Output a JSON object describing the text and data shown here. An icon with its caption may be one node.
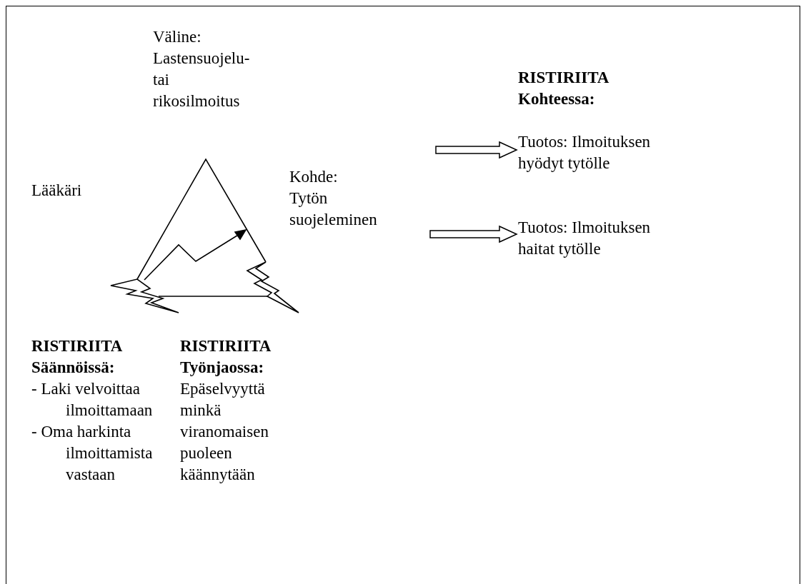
{
  "diagram": {
    "nodes": [
      {
        "text": [
          "Väline: Lastensuojelu- tai rikosilmoitus"
        ]
      },
      {
        "text": [
          "Lääkäri"
        ]
      },
      {
        "text": [
          "Kohde: Tytön suojeleminen"
        ]
      },
      {
        "text": [
          "**RISTIRIITA Kohteessa:**"
        ]
      },
      {
        "text": [
          "Tuotos: Ilmoituksen hyödyt tytölle"
        ]
      },
      {
        "text": [
          "Tuotos: Ilmoituksen haitat tytölle"
        ]
      },
      {
        "text": [
          "**RISTIRIITA Säännöissä:**",
          "- Laki velvoittaa ilmoittamaan",
          "- Oma harkinta ilmoittamista vastaan"
        ]
      },
      {
        "text": [
          "**RISTIRIITA Työnjaossa:**",
          "Epäselvyyttä minkä viranomaisen puoleen käännytään"
        ]
      }
    ],
    "edges": [
      {
        "from": null,
        "to": 4,
        "arrow": "to"
      },
      {
        "from": 2,
        "to": 5,
        "arrow": "to"
      }
    ]
  }
}
